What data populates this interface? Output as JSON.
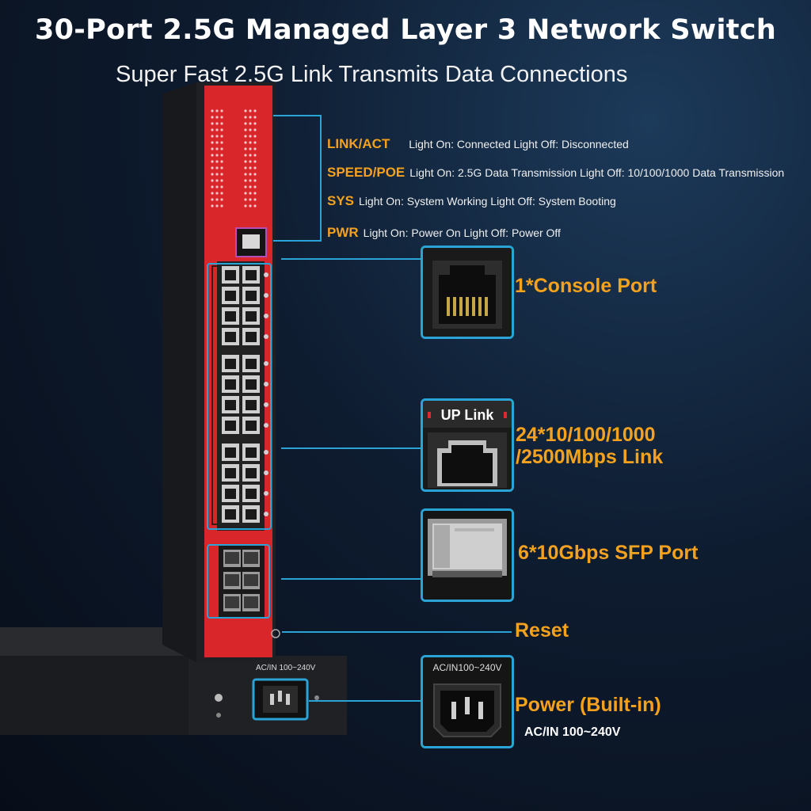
{
  "title": "30-Port 2.5G Managed Layer 3 Network Switch",
  "subtitle": "Super Fast 2.5G Link Transmits Data Connections",
  "leds": [
    {
      "key": "LINK/ACT",
      "desc": "Light On: Connected  Light Off: Disconnected"
    },
    {
      "key": "SPEED/POE",
      "desc": "Light On: 2.5G Data Transmission Light Off: 10/100/1000 Data Transmission"
    },
    {
      "key": "SYS",
      "desc": "Light On: System Working   Light Off: System Booting"
    },
    {
      "key": "PWR",
      "desc": "Light On: Power On   Light Off: Power Off"
    }
  ],
  "features": {
    "console": "1*Console Port",
    "link_line1": "24*10/100/1000",
    "link_line2": "/2500Mbps Link",
    "uplink_label": "UP Link",
    "sfp": "6*10Gbps SFP Port",
    "reset": "Reset",
    "power": "Power (Built-in)",
    "power_spec": "AC/IN 100~240V",
    "power_zoom_label": "AC/IN100~240V",
    "rear_label": "AC/IN 100~240V"
  },
  "colors": {
    "accent": "#f4a21d",
    "leader": "#2aa4d6",
    "panel_red": "#d9262b",
    "chassis": "#1e1f22"
  }
}
